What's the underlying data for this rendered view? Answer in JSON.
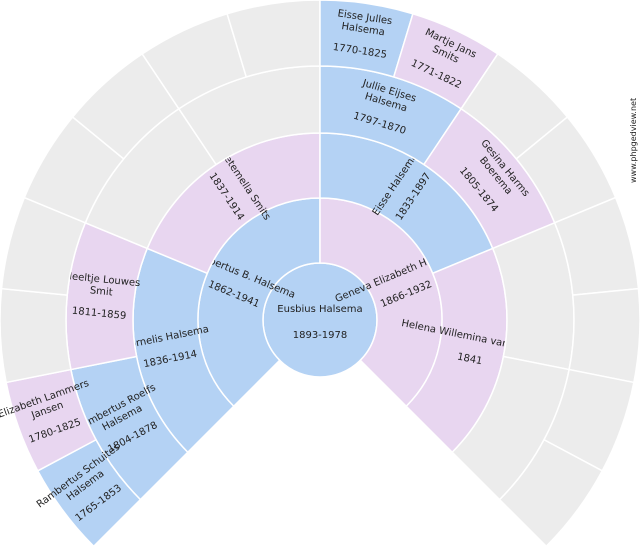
{
  "colors": {
    "male": "#b4d2f4",
    "female": "#e8d6f0",
    "empty": "#ececec",
    "text": "#222222"
  },
  "watermark": "www.phpgedview.net",
  "people": {
    "p1": {
      "name": "Eusbius Halsema",
      "dates": "1893-1978",
      "sex": "M"
    },
    "p2": {
      "name": "Lambertus B. Halsema",
      "dates": "1862-1941",
      "sex": "M"
    },
    "p3": {
      "name": "Geneva Elizabeth Halsema",
      "dates": "1866-1932",
      "sex": "F"
    },
    "p4": {
      "name": "Cornelis Halsema",
      "dates": "1836-1914",
      "sex": "M"
    },
    "p5": {
      "name": "Pietemella Smits",
      "dates": "1837-1914",
      "sex": "F"
    },
    "p6": {
      "name": "Eisse Halsema",
      "dates": "1833-1897",
      "sex": "M"
    },
    "p7": {
      "name": "Helena Willemina van Oosten",
      "dates": "1841",
      "sex": "F"
    },
    "p8": {
      "name": "Lambertus Roelfs Halsema",
      "dates": "1804-1878",
      "sex": "M"
    },
    "p9": {
      "name": "Neeltje Louwes Smit",
      "dates": "1811-1859",
      "sex": "F"
    },
    "p12": {
      "name": "Jullie Eijses Halsema",
      "dates": "1797-1870",
      "sex": "M"
    },
    "p13": {
      "name": "Gesina Harms Boerema",
      "dates": "1805-1874",
      "sex": "F"
    },
    "p16": {
      "name": "Rambertus Schuites Halsema",
      "dates": "1765-1853",
      "sex": "M"
    },
    "p17": {
      "name": "Elizabeth Lammers Jansen",
      "dates": "1780-1825",
      "sex": "F"
    },
    "p24": {
      "name": "Eisse Julles Halsema",
      "dates": "1770-1825",
      "sex": "M"
    },
    "p25": {
      "name": "Martje Jans Smits",
      "dates": "1771-1822",
      "sex": "F"
    }
  }
}
